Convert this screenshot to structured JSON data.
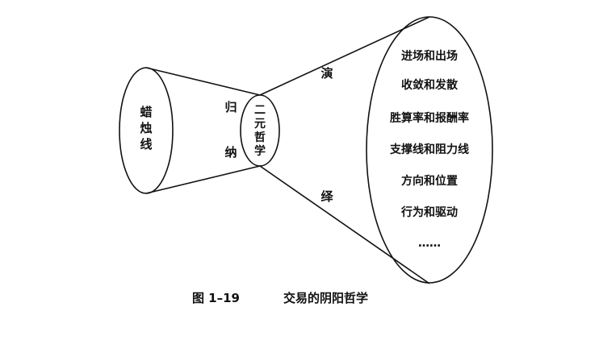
{
  "diagram": {
    "left_cone_label": "蜡烛线",
    "center_label": "二元哲学",
    "induction_label": [
      "归",
      "纳"
    ],
    "deduction_label": [
      "演",
      "绎"
    ],
    "right_items": [
      "进场和出场",
      "收敛和发散",
      "胜算率和报酬率",
      "支撑线和阻力线",
      "方向和位置",
      "行为和驱动",
      "……"
    ]
  },
  "caption": {
    "figure_number": "图 1–19",
    "title": "交易的阴阳哲学"
  }
}
